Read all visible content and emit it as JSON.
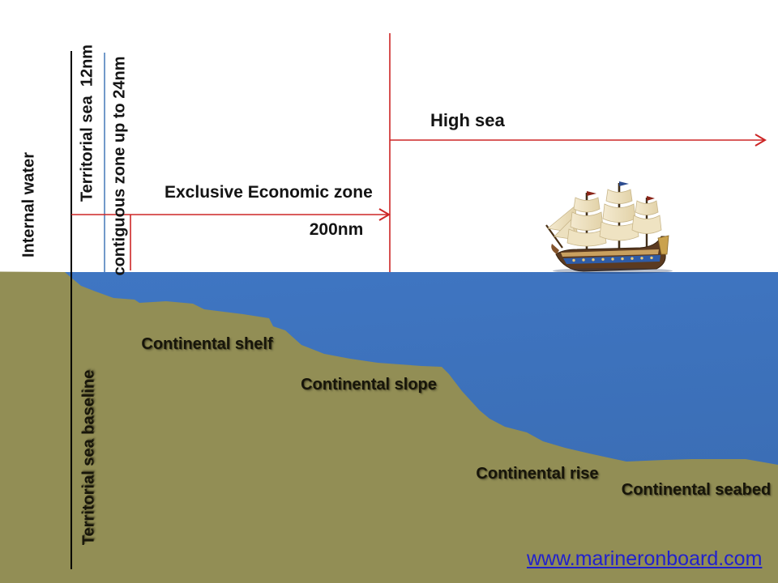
{
  "zones": {
    "internal_water": "Internal water",
    "territorial_sea": "Territorial sea  12nm",
    "contiguous_zone": "contiguous zone up to 24nm",
    "eez": "Exclusive Economic zone",
    "eez_distance": "200nm",
    "high_sea": "High sea"
  },
  "seabed_features": {
    "baseline": "Territorial sea baseline",
    "shelf": "Continental shelf",
    "slope": "Continental slope",
    "rise": "Continental rise",
    "seabed": "Continental seabed"
  },
  "footer": {
    "website": "www.marineronboard.com"
  },
  "icons": {
    "ship": "sailing-ship"
  },
  "colors": {
    "sea_top": "#3f76c3",
    "sea_bottom": "#3a6cb2",
    "land": "#928e55",
    "red_line": "#cd2626",
    "blue_line": "#4f81bd",
    "black_line": "#000000",
    "link_blue": "#2121cc"
  }
}
